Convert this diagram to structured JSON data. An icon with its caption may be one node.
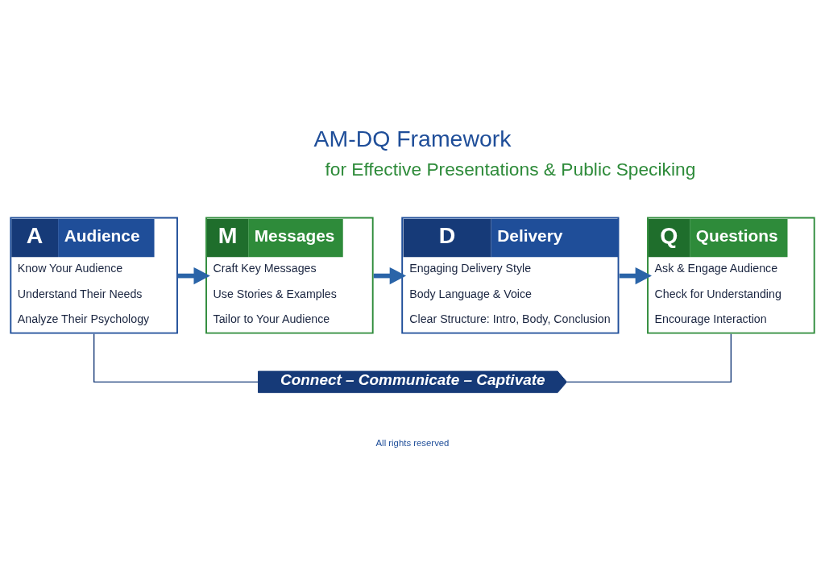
{
  "diagram": {
    "title": "AM-DQ Framework",
    "nodes": [
      {
        "text": [
          "A",
          "Audience",
          "Know Your Audience",
          "Understand Their Needs",
          "Analyze Their Psychology"
        ]
      },
      {
        "text": [
          "M",
          "Messages",
          "Craft Key Messages",
          "Use Stories & Examples",
          "Tailor to Your Audience"
        ]
      },
      {
        "text": [
          "D",
          "Delivery",
          "Engaging Delivery Style",
          "Body Language & Voice",
          "Clear Structure: Intro, Body, Conclusion"
        ]
      },
      {
        "text": [
          "Q",
          "Questions",
          "Ask & Engage Audience",
          "Check for Understanding",
          "Encourage Interaction"
        ]
      },
      {
        "text": [
          "Connect – Communicate – Captivate"
        ]
      }
    ],
    "edges": [
      {
        "from": 0,
        "to": 1,
        "arrow": "to"
      },
      {
        "from": 1,
        "to": 2,
        "arrow": "to"
      },
      {
        "from": 2,
        "to": 3,
        "arrow": "to"
      },
      {
        "from": 0,
        "to": 4,
        "arrow": "none"
      },
      {
        "from": 3,
        "to": 4,
        "arrow": "none"
      }
    ],
    "labels": [
      "for Effective Presentations & Public Speciking",
      "All rights reserved"
    ]
  }
}
